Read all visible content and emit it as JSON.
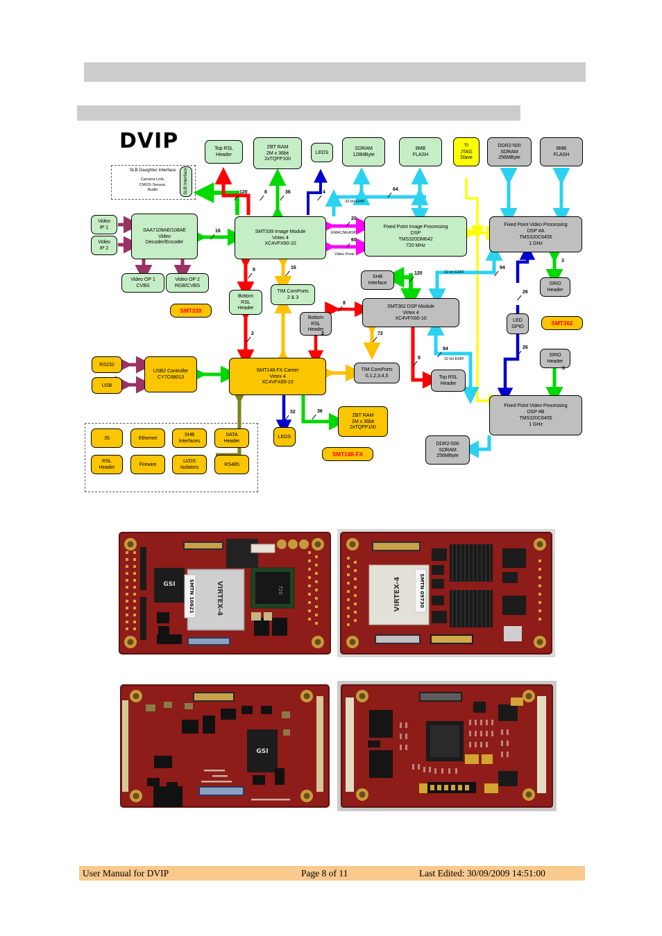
{
  "document": {
    "logo": "DVIP",
    "footer": {
      "left": "User Manual for DVIP",
      "middle": "Page 8 of 11",
      "right": "Last Edited: 30/09/2009 14:51:00"
    }
  },
  "diagram": {
    "module_tags": [
      {
        "id": "smt339",
        "label": "SMT339"
      },
      {
        "id": "smt362",
        "label": "SMT362"
      },
      {
        "id": "smt148fx",
        "label": "SMT148-FX"
      }
    ],
    "slb_group": {
      "title": "SLB Daughter Interface",
      "detail": "Camera Link,\nCMOS Sensor,\nAudio",
      "detail_lines": [
        "Camera Link,",
        "CMOS Sensor,",
        "Audio"
      ],
      "port_label": "SLB\nInterface",
      "port_label_lines": [
        "SLB",
        "Interface"
      ]
    },
    "blocks": [
      {
        "id": "top-rsl-header-1",
        "lines": [
          "Top RSL",
          "Header"
        ],
        "color": "green"
      },
      {
        "id": "zbt-ram-1",
        "lines": [
          "ZBT RAM",
          "2M x 36bit",
          "2xTQFP100"
        ],
        "color": "green"
      },
      {
        "id": "leds-1",
        "lines": [
          "LEDS"
        ],
        "color": "green"
      },
      {
        "id": "sdram-1",
        "lines": [
          "SDRAM",
          "128MByte"
        ],
        "color": "green"
      },
      {
        "id": "flash-1",
        "lines": [
          "8MB",
          "FLASH"
        ],
        "color": "green"
      },
      {
        "id": "ti-jtag-slave",
        "lines": [
          "TI",
          "JTAG",
          "Slave"
        ],
        "color": "ti-yellow"
      },
      {
        "id": "ddr2-sdram-a",
        "lines": [
          "DDR2-500",
          "SDRAM",
          "256MByte"
        ],
        "color": "grey"
      },
      {
        "id": "flash-2",
        "lines": [
          "8MB",
          "FLASH"
        ],
        "color": "grey"
      },
      {
        "id": "video-ip-1",
        "lines": [
          "Video",
          "IP 1"
        ],
        "color": "green"
      },
      {
        "id": "video-ip-2",
        "lines": [
          "Video",
          "IP 2"
        ],
        "color": "green"
      },
      {
        "id": "video-decoder-encoder",
        "lines": [
          "SAA7109AE/108AE",
          "Video",
          "Decoder/Encoder"
        ],
        "color": "green"
      },
      {
        "id": "video-op-1",
        "lines": [
          "Video OP 1",
          "CVBS"
        ],
        "color": "green"
      },
      {
        "id": "video-op-2",
        "lines": [
          "Video OP 2",
          "RGB/CVBS"
        ],
        "color": "green"
      },
      {
        "id": "smt339-image-module",
        "lines": [
          "SMT339 Image Module",
          "Virtex 4",
          "XC4VFX60-10"
        ],
        "color": "green"
      },
      {
        "id": "fixed-point-image-dsp",
        "lines": [
          "Fixed Point Image Processing",
          "DSP",
          "TMS320DM642",
          "720 MHz"
        ],
        "color": "green"
      },
      {
        "id": "fixed-point-video-dsp-a",
        "lines": [
          "Fixed Point Video Processing",
          "DSP #A",
          "TMS320C6455",
          "1 GHz"
        ],
        "color": "grey"
      },
      {
        "id": "bottom-rsl-header-green",
        "lines": [
          "Bottom",
          "RSL",
          "Header"
        ],
        "color": "green"
      },
      {
        "id": "tim-comports-23",
        "lines": [
          "TIM ComPorts",
          "2 & 3"
        ],
        "color": "green"
      },
      {
        "id": "shb-interface",
        "lines": [
          "SHB",
          "Interface"
        ],
        "color": "grey"
      },
      {
        "id": "srio-header-a",
        "lines": [
          "SRIO",
          "Header"
        ],
        "color": "grey"
      },
      {
        "id": "bottom-rsl-header-grey",
        "lines": [
          "Bottom",
          "RSL",
          "Header"
        ],
        "color": "grey"
      },
      {
        "id": "smt362-dsp-module",
        "lines": [
          "SMT362 DSP Module",
          "Virtex 4",
          "XC4VFX60-10"
        ],
        "color": "grey"
      },
      {
        "id": "led-gpio",
        "lines": [
          "LED",
          "GPIO"
        ],
        "color": "grey"
      },
      {
        "id": "srio-header-b",
        "lines": [
          "SRIO",
          "Header"
        ],
        "color": "grey"
      },
      {
        "id": "rs232",
        "lines": [
          "RS232"
        ],
        "color": "yellow"
      },
      {
        "id": "usb",
        "lines": [
          "USB"
        ],
        "color": "yellow"
      },
      {
        "id": "usb2-controller",
        "lines": [
          "USB2 Controller",
          "CY7C68013"
        ],
        "color": "yellow"
      },
      {
        "id": "smt148fx-carrier",
        "lines": [
          "SMT148-FX Carrier",
          "Virtex 4",
          "XC4VFX60-10"
        ],
        "color": "yellow"
      },
      {
        "id": "tim-comports-012345",
        "lines": [
          "TIM ComPorts",
          "0,1,2,3,4,5"
        ],
        "color": "grey"
      },
      {
        "id": "top-rsl-header-2",
        "lines": [
          "Top RSL",
          "Header"
        ],
        "color": "grey"
      },
      {
        "id": "fixed-point-video-dsp-b",
        "lines": [
          "Fixed Point Video Processing",
          "DSP #B",
          "TMS320C6455",
          "1 GHz"
        ],
        "color": "grey"
      },
      {
        "id": "ddr2-sdram-b",
        "lines": [
          "DDR2-500",
          "SDRAM",
          "256MByte"
        ],
        "color": "grey"
      },
      {
        "id": "zbt-ram-2",
        "lines": [
          "ZBT RAM",
          "2M x 36bit",
          "2xTQFP100"
        ],
        "color": "yellow"
      },
      {
        "id": "leds-2",
        "lines": [
          "LEDS"
        ],
        "color": "yellow"
      },
      {
        "id": "periph-35",
        "lines": [
          "35"
        ],
        "color": "yellow"
      },
      {
        "id": "periph-ethernet",
        "lines": [
          "Ethernet"
        ],
        "color": "yellow"
      },
      {
        "id": "periph-shb-interfaces",
        "lines": [
          "SHB",
          "Interfaces"
        ],
        "color": "yellow"
      },
      {
        "id": "periph-sata-header",
        "lines": [
          "SATA",
          "Header"
        ],
        "color": "yellow"
      },
      {
        "id": "periph-rsl-header",
        "lines": [
          "RSL",
          "Header"
        ],
        "color": "yellow"
      },
      {
        "id": "periph-firewire",
        "lines": [
          "Firewire"
        ],
        "color": "yellow"
      },
      {
        "id": "periph-lvds-isolators",
        "lines": [
          "LVDS",
          "Isolators"
        ],
        "color": "yellow"
      },
      {
        "id": "periph-rs485",
        "lines": [
          "RS485"
        ],
        "color": "yellow"
      }
    ],
    "bus_labels": [
      {
        "id": "bus-120-slb",
        "value": "120"
      },
      {
        "id": "bus-8-toprsl",
        "value": "8"
      },
      {
        "id": "bus-36-zbt1",
        "value": "36"
      },
      {
        "id": "bus-4-leds1",
        "value": "4"
      },
      {
        "id": "bus-64-emif",
        "value": "64"
      },
      {
        "id": "bus-16-video",
        "value": "16"
      },
      {
        "id": "bus-20-emac",
        "value": "20"
      },
      {
        "id": "bus-60-videoports",
        "value": "60"
      },
      {
        "id": "bus-8-bottomrsl-339",
        "value": "8"
      },
      {
        "id": "bus-16-comports23",
        "value": "16"
      },
      {
        "id": "bus-120-shb",
        "value": "120"
      },
      {
        "id": "bus-94-dspa",
        "value": "94"
      },
      {
        "id": "bus-3-srioa",
        "value": "3"
      },
      {
        "id": "bus-26-ledgpio-a",
        "value": "26"
      },
      {
        "id": "bus-8-rsl362",
        "value": "8"
      },
      {
        "id": "bus-2-bottomrsl-148",
        "value": "2"
      },
      {
        "id": "bus-2-bottomrsl-grey",
        "value": "2"
      },
      {
        "id": "bus-72-comports",
        "value": "72"
      },
      {
        "id": "bus-8-toprsl2",
        "value": "8"
      },
      {
        "id": "bus-94-dspb",
        "value": "94"
      },
      {
        "id": "bus-26-ledgpio-b",
        "value": "26"
      },
      {
        "id": "bus-3-sriob",
        "value": "3"
      },
      {
        "id": "bus-32-leds2",
        "value": "32"
      },
      {
        "id": "bus-36-zbt2",
        "value": "36"
      }
    ],
    "annotations": [
      {
        "id": "ann-emif-top",
        "text": "32-bit EMIF"
      },
      {
        "id": "ann-emac-measp",
        "text": "EMAC/McASP"
      },
      {
        "id": "ann-video-ports",
        "text": "Video Ports"
      },
      {
        "id": "ann-emif-mid",
        "text": "32-bit EMIF"
      },
      {
        "id": "ann-emif-low",
        "text": "32-bit EMIF"
      }
    ],
    "colors": {
      "green_block": "#c6eec6",
      "grey_block": "#bfbfbf",
      "yellow_block": "#fbc500",
      "ti_yellow": "#ffff00",
      "red_wire": "#ff0000",
      "green_wire": "#00d800",
      "cyan_wire": "#2ad2f0",
      "blue_wire": "#0000cc",
      "magenta_wire": "#ff00ff",
      "orange_wire": "#ffc000",
      "yellow_wire": "#ffff00",
      "purple_wire": "#993366",
      "olive_wire": "#7f7f20",
      "tag_text": "#ff0000"
    }
  },
  "photos": [
    {
      "id": "photo-smt339-top",
      "caption": ""
    },
    {
      "id": "photo-smt362-top",
      "caption": ""
    },
    {
      "id": "photo-smt339-bottom",
      "caption": ""
    },
    {
      "id": "photo-smt148fx",
      "caption": ""
    }
  ]
}
